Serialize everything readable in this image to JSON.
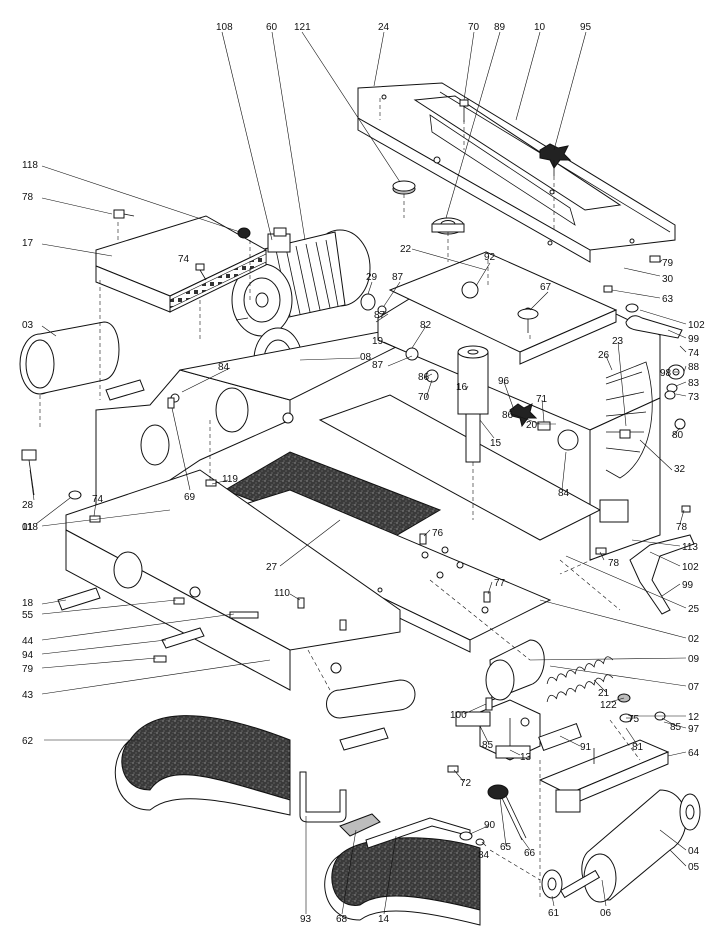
{
  "diagram": {
    "type": "exploded-parts-drawing",
    "labels": [
      "108",
      "60",
      "121",
      "24",
      "70",
      "89",
      "10",
      "95",
      "118",
      "78",
      "17",
      "74",
      "03",
      "29",
      "87",
      "22",
      "92",
      "67",
      "79",
      "30",
      "63",
      "102",
      "99",
      "74",
      "88",
      "98",
      "83",
      "73",
      "87",
      "82",
      "19",
      "08",
      "86",
      "70",
      "87",
      "16",
      "96",
      "71",
      "26",
      "23",
      "80",
      "32",
      "84",
      "69",
      "119",
      "15",
      "86",
      "20",
      "84",
      "78",
      "113",
      "28",
      "118",
      "74",
      "01",
      "76",
      "27",
      "78",
      "102",
      "99",
      "18",
      "77",
      "110",
      "25",
      "55",
      "02",
      "09",
      "44",
      "94",
      "79",
      "43",
      "07",
      "21",
      "122",
      "12",
      "100",
      "75",
      "85",
      "97",
      "81",
      "91",
      "64",
      "13",
      "85",
      "72",
      "62",
      "65",
      "66",
      "90",
      "84",
      "04",
      "05",
      "93",
      "68",
      "14",
      "61",
      "06"
    ]
  }
}
